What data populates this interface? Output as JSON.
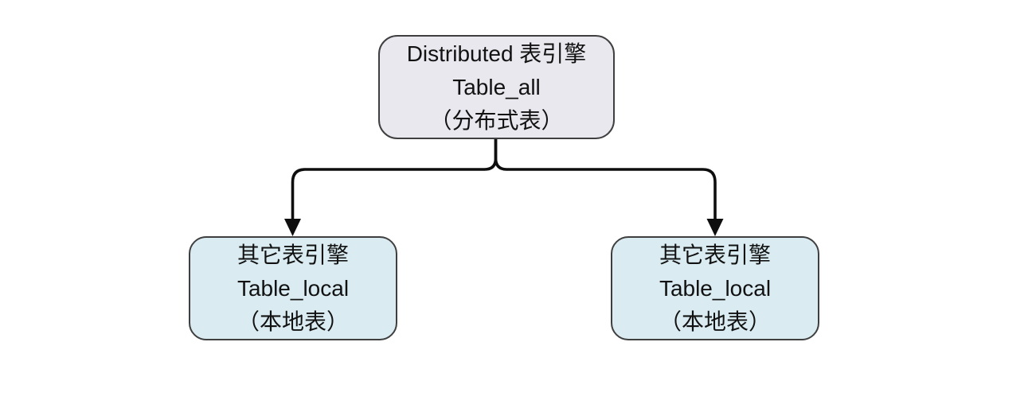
{
  "canvas": {
    "background": "#ffffff"
  },
  "nodes": {
    "distributed": {
      "engine": "Distributed 表引擎",
      "table": "Table_all",
      "alias": "（分布式表）",
      "fill": "#e9e8ee",
      "border": "#3f3f3f"
    },
    "local_left": {
      "engine": "其它表引擎",
      "table": "Table_local",
      "alias": "（本地表）",
      "fill": "#daecf2",
      "border": "#3f3f3f"
    },
    "local_right": {
      "engine": "其它表引擎",
      "table": "Table_local",
      "alias": "（本地表）",
      "fill": "#daecf2",
      "border": "#3f3f3f"
    }
  },
  "connectors": {
    "color": "#0e0e0e"
  }
}
